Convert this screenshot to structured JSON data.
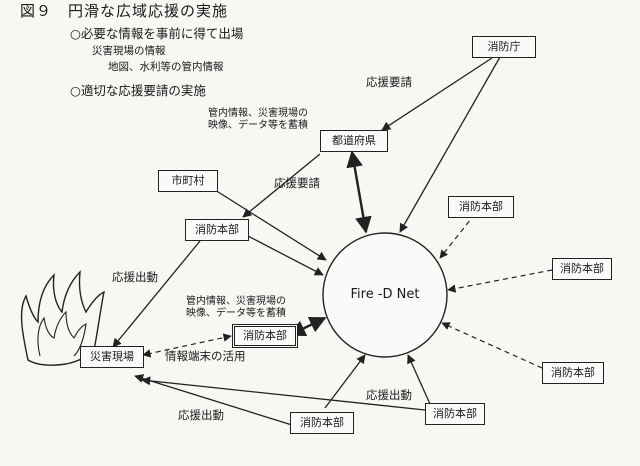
{
  "title": "図９　円滑な広域応援の実施",
  "bullets": {
    "b1": "○必要な情報を事前に得て出場",
    "b1_sub1": "災害現場の情報",
    "b1_sub2": "地図、水利等の管内情報",
    "b2": "○適切な応援要請の実施"
  },
  "center": "Fire -D Net",
  "nodes": {
    "fdma": "消防庁",
    "pref": "都道府県",
    "municipality": "市町村",
    "hq_left": "消防本部",
    "hq_mid": "消防本部",
    "hq_right_top": "消防本部",
    "hq_right_mid": "消防本部",
    "hq_right_bot": "消防本部",
    "hq_bot_center": "消防本部",
    "hq_bot_left": "消防本部",
    "site": "災害現場"
  },
  "labels": {
    "request_top": "応援要請",
    "request_mid": "応援要請",
    "accum_top_1": "管内情報、災害現場の",
    "accum_top_2": "映像、データ等を蓄積",
    "accum_mid_1": "管内情報、災害現場の",
    "accum_mid_2": "映像、データ等を蓄積",
    "dispatch_left": "応援出動",
    "dispatch_bot_right": "応援出動",
    "dispatch_bot_left": "応援出動",
    "terminal_use": "情報端末の活用"
  }
}
